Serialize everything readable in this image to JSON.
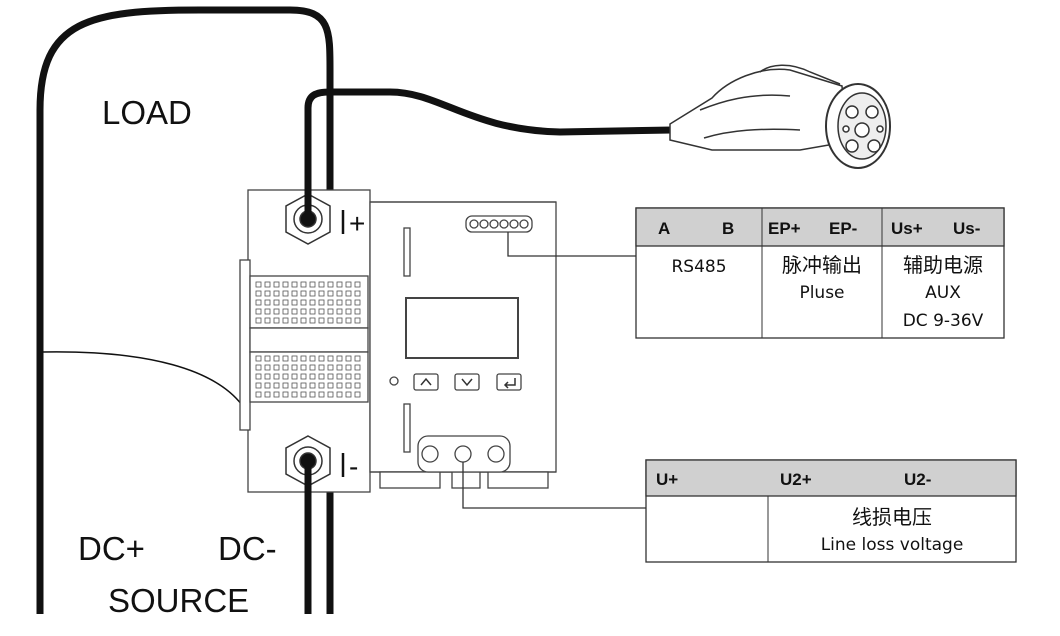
{
  "labels": {
    "load": "LOAD",
    "dc_plus": "DC+",
    "dc_minus": "DC-",
    "source": "SOURCE",
    "terminal_plus": "+",
    "terminal_minus": "-"
  },
  "table_top": {
    "headers": [
      "A",
      "B",
      "EP+",
      "EP-",
      "Us+",
      "Us-"
    ],
    "rs485": "RS485",
    "pulse_cn": "脉冲输出",
    "pulse_en": "Pluse",
    "aux_cn": "辅助电源",
    "aux_en": "AUX",
    "aux_range": "DC 9-36V"
  },
  "table_bottom": {
    "headers": [
      "U+",
      "U2+",
      "U2-"
    ],
    "line_loss_cn": "线损电压",
    "line_loss_en": "Line loss voltage"
  },
  "colors": {
    "wire": "#111111",
    "header_fill": "#d0d0d0",
    "outline": "#333333"
  }
}
